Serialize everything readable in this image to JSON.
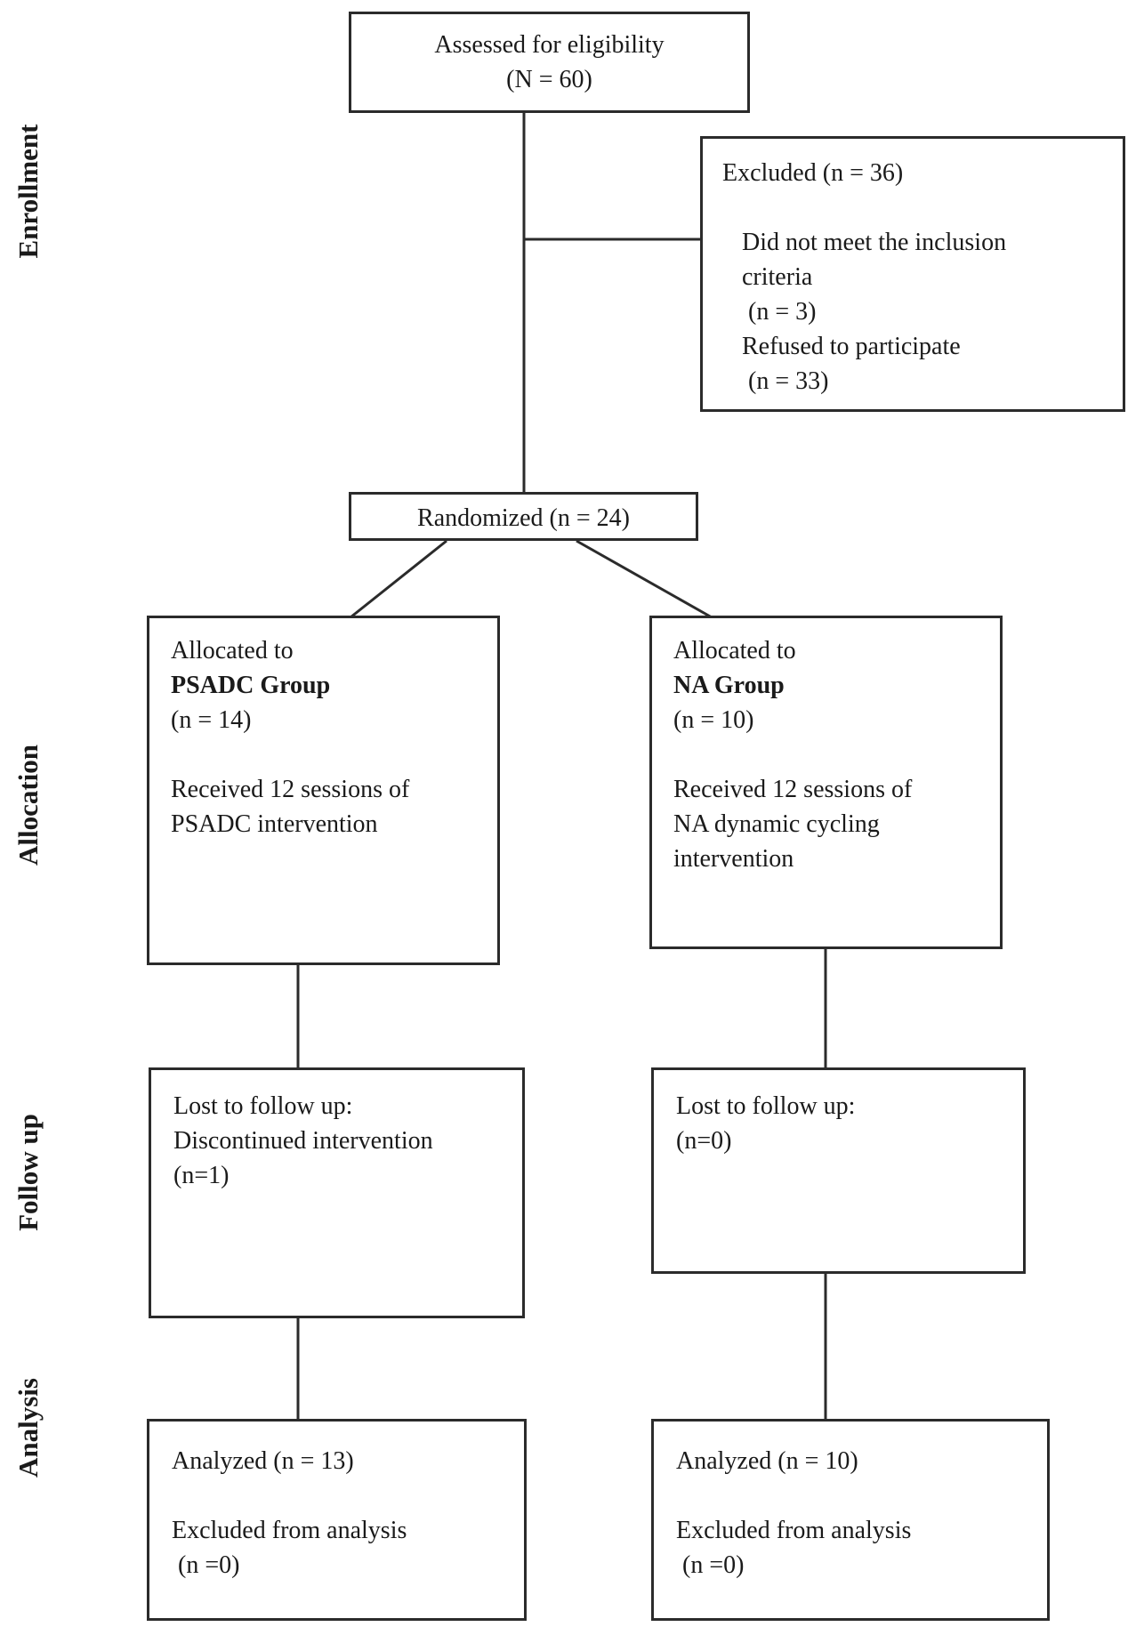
{
  "page": {
    "background": "#ffffff",
    "text_color": "#1a1a1a",
    "line_color": "#2b2b2b"
  },
  "stage_labels": {
    "enrollment": "Enrollment",
    "allocation": "Allocation",
    "followup": "Follow up",
    "analysis": "Analysis"
  },
  "boxes": {
    "assessed": {
      "lines": [
        "Assessed for eligibility",
        "(N = 60)"
      ]
    },
    "excluded": {
      "title": "Excluded (n = 36)",
      "items": [
        "Did not meet the inclusion",
        "criteria",
        " (n = 3)",
        "Refused to participate",
        " (n = 33)"
      ]
    },
    "randomized": {
      "lines": [
        "Randomized (n = 24)"
      ]
    },
    "alloc_left": {
      "lines": [
        "Allocated to",
        "PSADC Group",
        "(n = 14)",
        "",
        "Received 12 sessions of",
        "PSADC intervention"
      ]
    },
    "alloc_right": {
      "lines": [
        "Allocated to",
        "NA Group",
        "(n = 10)",
        "",
        "Received 12 sessions of",
        "NA dynamic cycling",
        "intervention"
      ]
    },
    "followup_left": {
      "lines": [
        "Lost to follow up:",
        "Discontinued intervention",
        "(n=1)"
      ]
    },
    "followup_right": {
      "lines": [
        "Lost to follow up:",
        "(n=0)"
      ]
    },
    "analysis_left": {
      "lines": [
        "Analyzed (n = 13)",
        "",
        "Excluded from analysis",
        " (n =0)"
      ]
    },
    "analysis_right": {
      "lines": [
        "Analyzed (n = 10)",
        "",
        "Excluded from analysis",
        " (n =0)"
      ]
    }
  }
}
